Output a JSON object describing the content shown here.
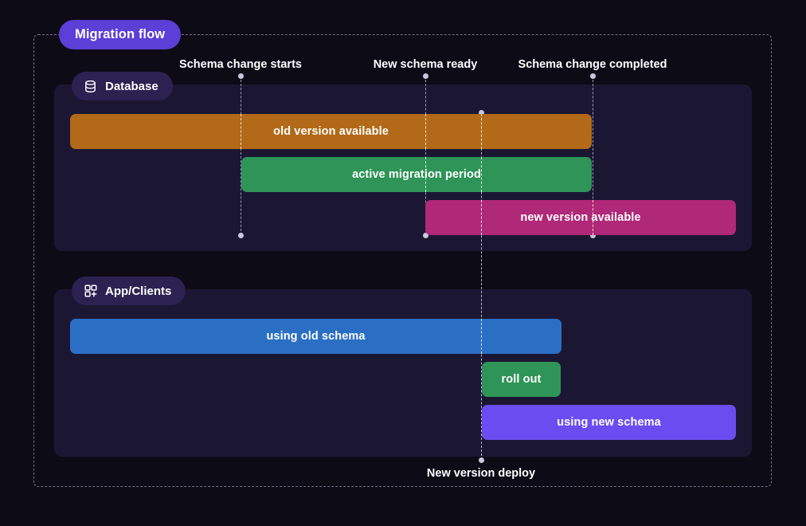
{
  "title_badge": {
    "label": "Migration flow",
    "color": "#5b3fd6"
  },
  "sections": [
    {
      "id": "database",
      "label": "Database",
      "icon": "database-icon",
      "panel_color": "#1b1733",
      "bars": [
        {
          "label": "old version available",
          "color": "#b26a18"
        },
        {
          "label": "active migration period",
          "color": "#2e9457"
        },
        {
          "label": "new version available",
          "color": "#b02878"
        }
      ]
    },
    {
      "id": "app-clients",
      "label": "App/Clients",
      "icon": "layout-grid-add-icon",
      "panel_color": "#1b1733",
      "bars": [
        {
          "label": "using old schema",
          "color": "#2a6fc4"
        },
        {
          "label": "roll out",
          "color": "#2e9457"
        },
        {
          "label": "using new schema",
          "color": "#6a4df0"
        }
      ]
    }
  ],
  "markers": [
    {
      "id": "schema-change-starts",
      "label": "Schema change starts",
      "dot_color": "#c9c6dd"
    },
    {
      "id": "new-schema-ready",
      "label": "New schema ready",
      "dot_color": "#c9c6dd"
    },
    {
      "id": "schema-change-completed",
      "label": "Schema change completed",
      "dot_color": "#c9c6dd"
    },
    {
      "id": "new-version-deploy",
      "label": "New version deploy",
      "dot_color": "#e8e6f2"
    }
  ],
  "colors": {
    "page_background": "#0d0b16",
    "panel": "#1b1733",
    "frame_dash": "#6f6f86",
    "badge_section": "#2b2252",
    "marker_line": "#9a97b5"
  }
}
